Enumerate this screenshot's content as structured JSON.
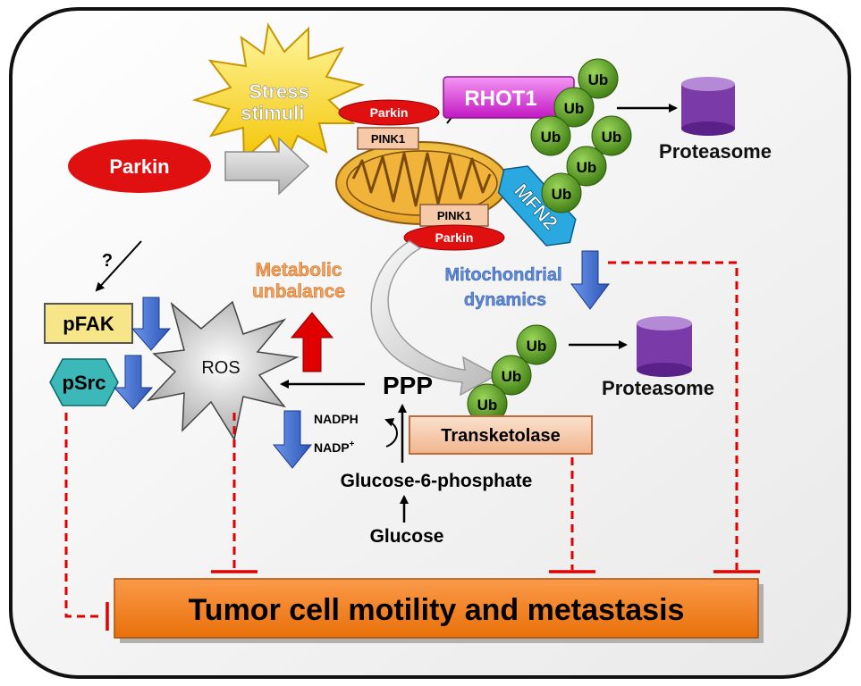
{
  "stress": [
    "Stress",
    "stimuli"
  ],
  "parkin_main": "Parkin",
  "parkin_small": "Parkin",
  "pink1": "PINK1",
  "rhot1": "RHOT1",
  "mfn2": "MFN2",
  "ub": "Ub",
  "proteasome": "Proteasome",
  "question": "?",
  "pfak": "pFAK",
  "psrc": "pSrc",
  "ros": "ROS",
  "metabolic": [
    "Metabolic",
    "unbalance"
  ],
  "mito": [
    "Mitochondrial",
    "dynamics"
  ],
  "ppp": "PPP",
  "nadph": "NADPH",
  "nadp": "NADP",
  "nadp_sup": "+",
  "transketolase": "Transketolase",
  "g6p": "Glucose-6-phosphate",
  "glucose": "Glucose",
  "outcome": "Tumor cell motility and metastasis",
  "colors": {
    "parkin_red": "#e01010",
    "rhot1_magenta": "#e030e0",
    "mfn2_blue": "#2aa8e0",
    "ub_green": "#4f8f18",
    "proteasome_purple": "#7a3aa8",
    "pfak_yellow": "#f7e58a",
    "psrc_teal": "#3cb8b8",
    "down_arrow_blue": "#3a6ad0",
    "up_arrow_red": "#e00000",
    "metabolic_orange": "#f5a05a",
    "mito_blue": "#5a8ad8",
    "inhibit_red": "#e00000",
    "outcome_orange": "#f5821f",
    "transketolase_peach": "#f6c9a8"
  }
}
